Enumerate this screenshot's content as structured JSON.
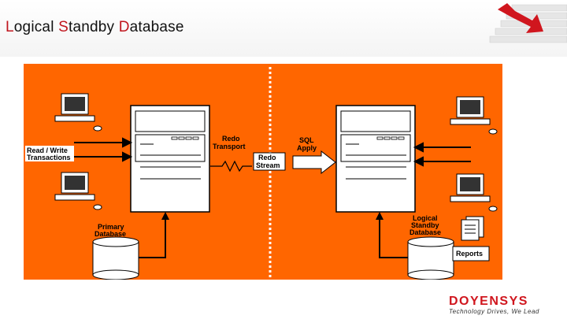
{
  "title": {
    "parts": [
      {
        "cap": "L",
        "rest": "ogical "
      },
      {
        "cap": "S",
        "rest": "tandby "
      },
      {
        "cap": "D",
        "rest": "atabase"
      }
    ]
  },
  "diagram": {
    "background": "#ff6600",
    "labels": {
      "read_write_1": "Read / Write",
      "read_write_2": "Transactions",
      "redo_transport_1": "Redo",
      "redo_transport_2": "Transport",
      "redo_stream_1": "Redo",
      "redo_stream_2": "Stream",
      "sql_apply_1": "SQL",
      "sql_apply_2": "Apply",
      "primary_1": "Primary",
      "primary_2": "Database",
      "standby_1": "Logical",
      "standby_2": "Standby",
      "standby_3": "Database",
      "reports": "Reports"
    }
  },
  "footer": {
    "brand": "DOYENSYS",
    "tagline": "Technology Drives, We Lead",
    "brand_color": "#d0161e"
  }
}
